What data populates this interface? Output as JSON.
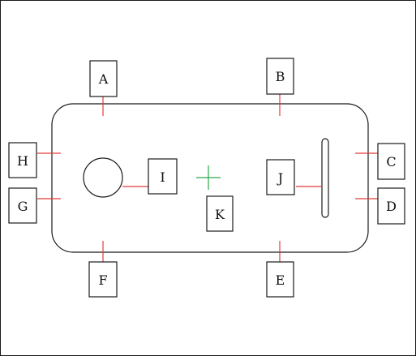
{
  "diagram": {
    "colors": {
      "outline": "#1a1a1a",
      "callout": "#e23b3b",
      "center_marker": "#2aa84a",
      "background": "#ffffff"
    },
    "labels": {
      "A": "A",
      "B": "B",
      "C": "C",
      "D": "D",
      "E": "E",
      "F": "F",
      "G": "G",
      "H": "H",
      "I": "I",
      "J": "J",
      "K": "K"
    }
  }
}
